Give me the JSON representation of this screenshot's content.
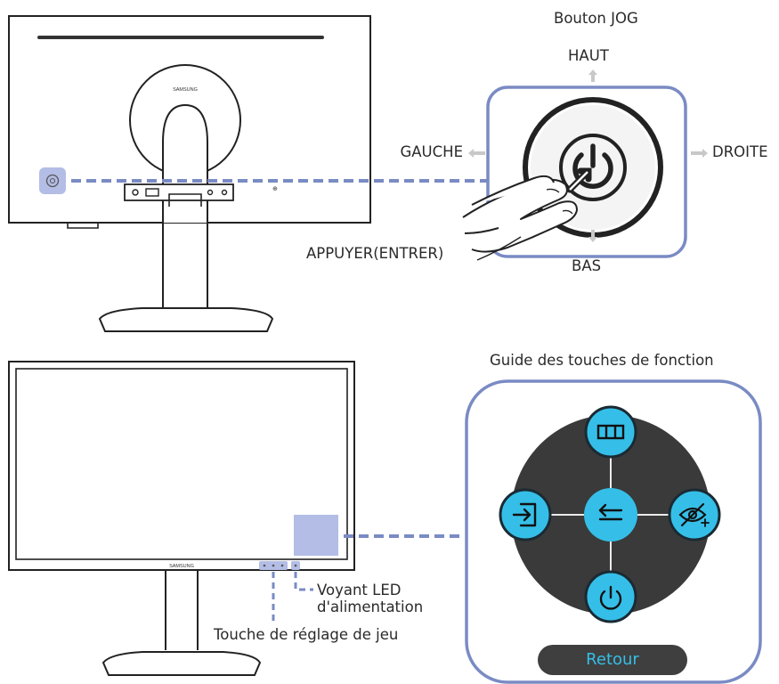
{
  "jog": {
    "title": "Bouton JOG",
    "up": "HAUT",
    "down": "BAS",
    "left": "GAUCHE",
    "right": "DROITE",
    "press": "APPUYER(ENTRER)"
  },
  "function_guide": {
    "title": "Guide des touches de fonction",
    "return_label": "Retour",
    "icons": [
      "menu-icon",
      "input-source-icon",
      "return-icon",
      "eye-saver-icon",
      "power-icon"
    ]
  },
  "monitor": {
    "brand": "SAMSUNG",
    "power_led": "Voyant LED\nd'alimentation",
    "game_setting_key": "Touche de réglage de jeu"
  },
  "colors": {
    "frame_stroke": "#7a8bc4",
    "highlight_fill": "#b3bde5",
    "accent_cyan": "#35bfe8",
    "dark_disc": "#3a3a3a",
    "arrow_gray": "#c8c8c8"
  }
}
